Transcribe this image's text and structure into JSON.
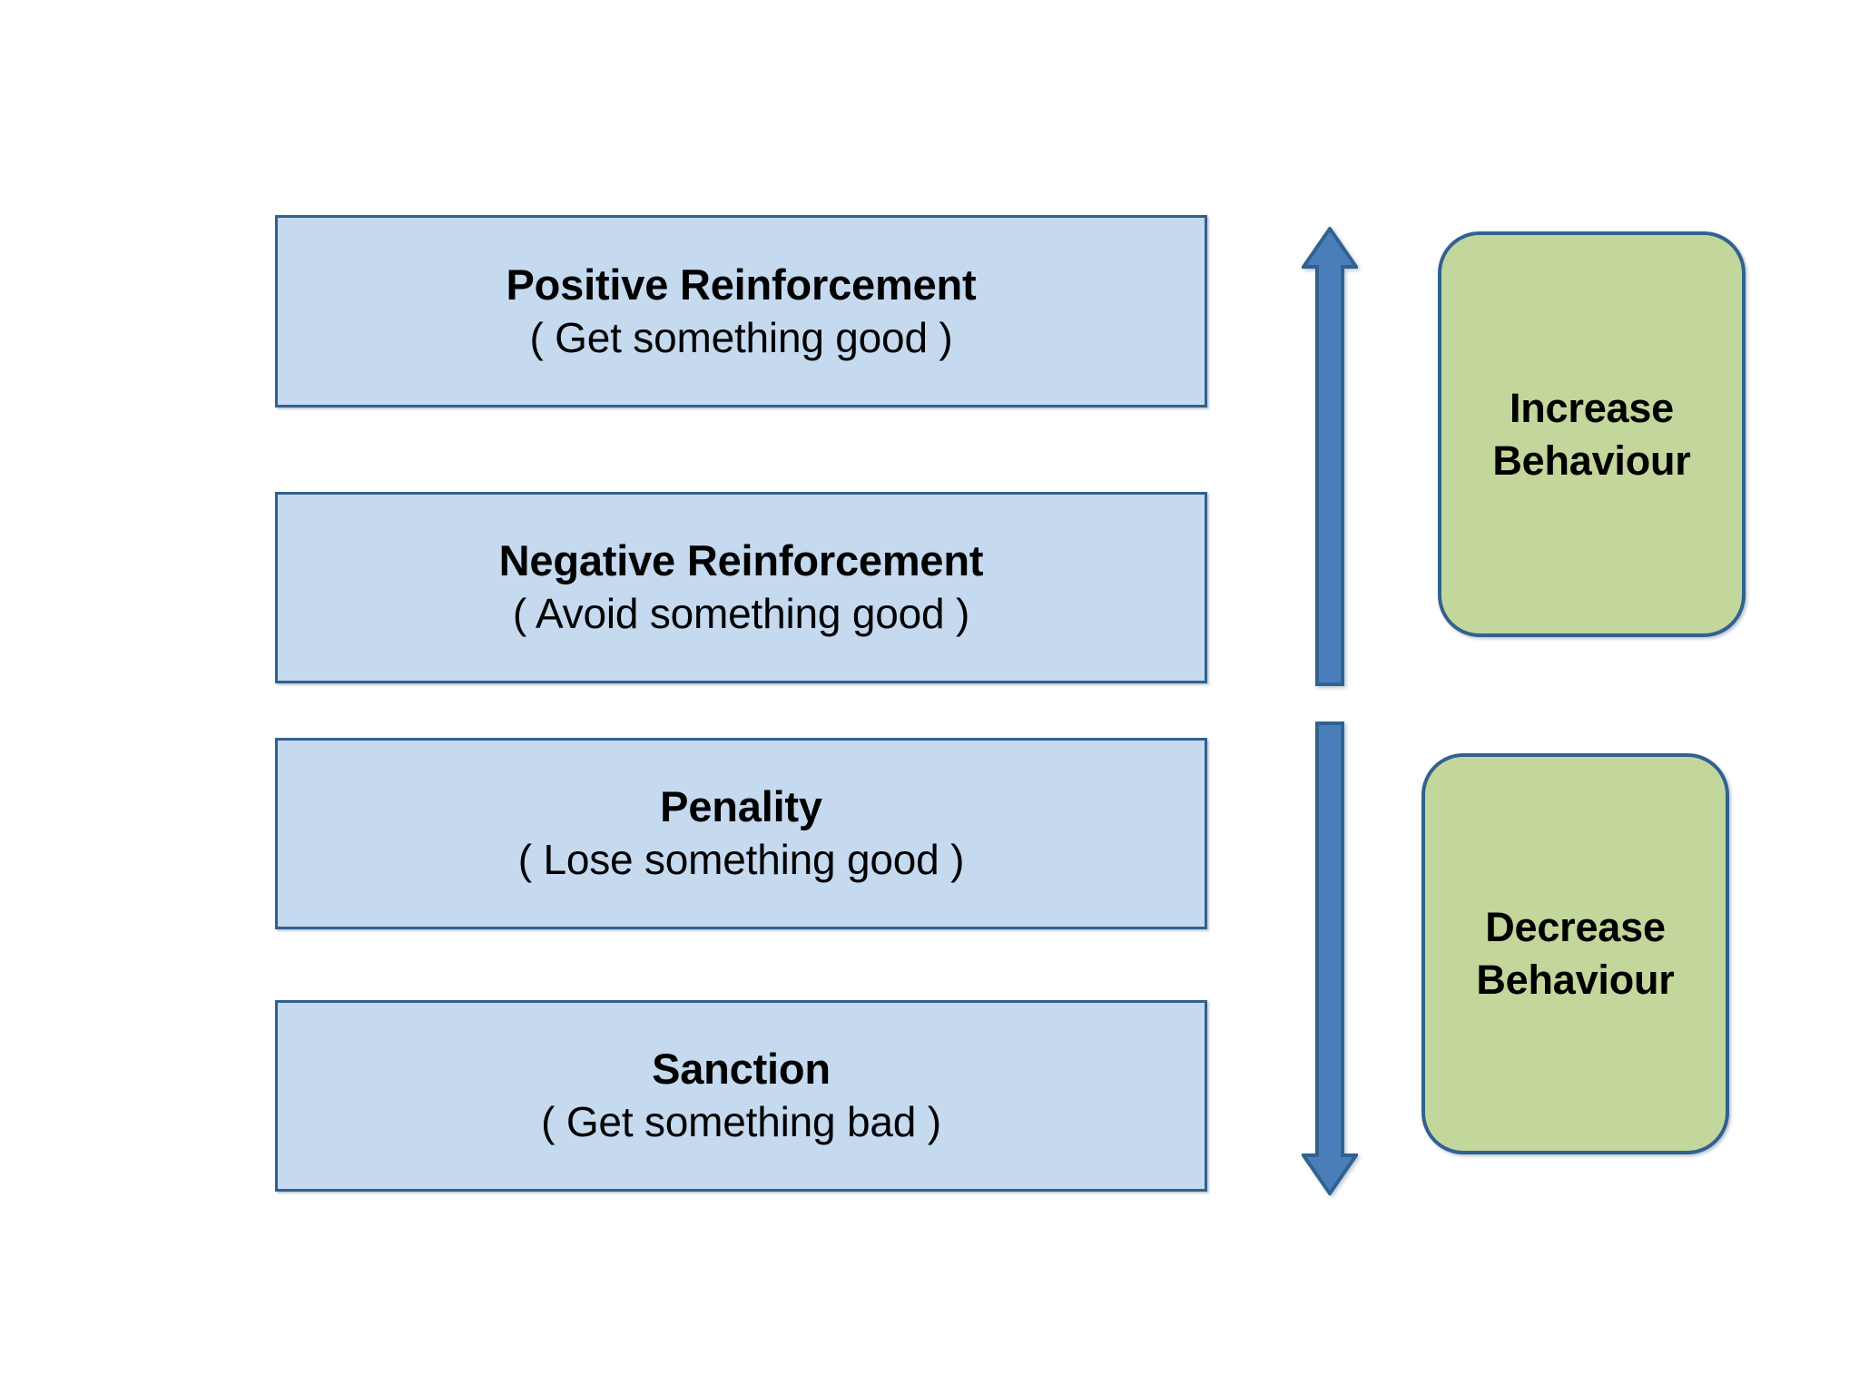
{
  "diagram": {
    "background_color": "#ffffff",
    "box_fill_color": "#c5d9ef",
    "box_border_color": "#31618f",
    "outcome_fill_color": "#c3d69b",
    "arrow_color": "#4a7ebb",
    "arrow_border_color": "#31618f",
    "concepts": [
      {
        "id": "positive-reinforcement",
        "title": "Positive Reinforcement",
        "subtitle": "( Get something good )"
      },
      {
        "id": "negative-reinforcement",
        "title": "Negative Reinforcement",
        "subtitle": "( Avoid something good )"
      },
      {
        "id": "penality",
        "title": "Penality",
        "subtitle": "( Lose something good )"
      },
      {
        "id": "sanction",
        "title": "Sanction",
        "subtitle": "( Get something bad )"
      }
    ],
    "arrows": [
      {
        "id": "increase-arrow",
        "direction": "up",
        "icon": "arrow-up-icon"
      },
      {
        "id": "decrease-arrow",
        "direction": "down",
        "icon": "arrow-down-icon"
      }
    ],
    "outcomes": [
      {
        "id": "increase-behaviour",
        "line1": "Increase",
        "line2": "Behaviour"
      },
      {
        "id": "decrease-behaviour",
        "line1": "Decrease",
        "line2": "Behaviour"
      }
    ]
  }
}
